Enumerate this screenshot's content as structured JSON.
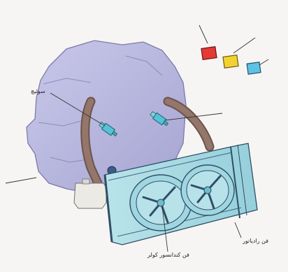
{
  "diagram": {
    "labels": {
      "sensor": "سوئیچ",
      "radiator_fan": "فن رادیاتور",
      "condenser_fan": "فن کندانسور کولر"
    },
    "colors": {
      "background": "#f7f5f4",
      "engine": "#b7b6dc",
      "engine_outline": "#6f6e99",
      "hose": "#8c6f63",
      "sensor": "#54c3d6",
      "radiator": "#a9d9e2",
      "radiator_outline": "#2e4f66",
      "indicator_red": "#e53935",
      "indicator_yellow": "#f2d230",
      "indicator_blue": "#5fc2e4",
      "reservoir": "#ecebe6"
    },
    "icons": [
      "red-indicator-icon",
      "yellow-indicator-icon",
      "blue-indicator-icon",
      "temperature-sensor-icon"
    ]
  }
}
